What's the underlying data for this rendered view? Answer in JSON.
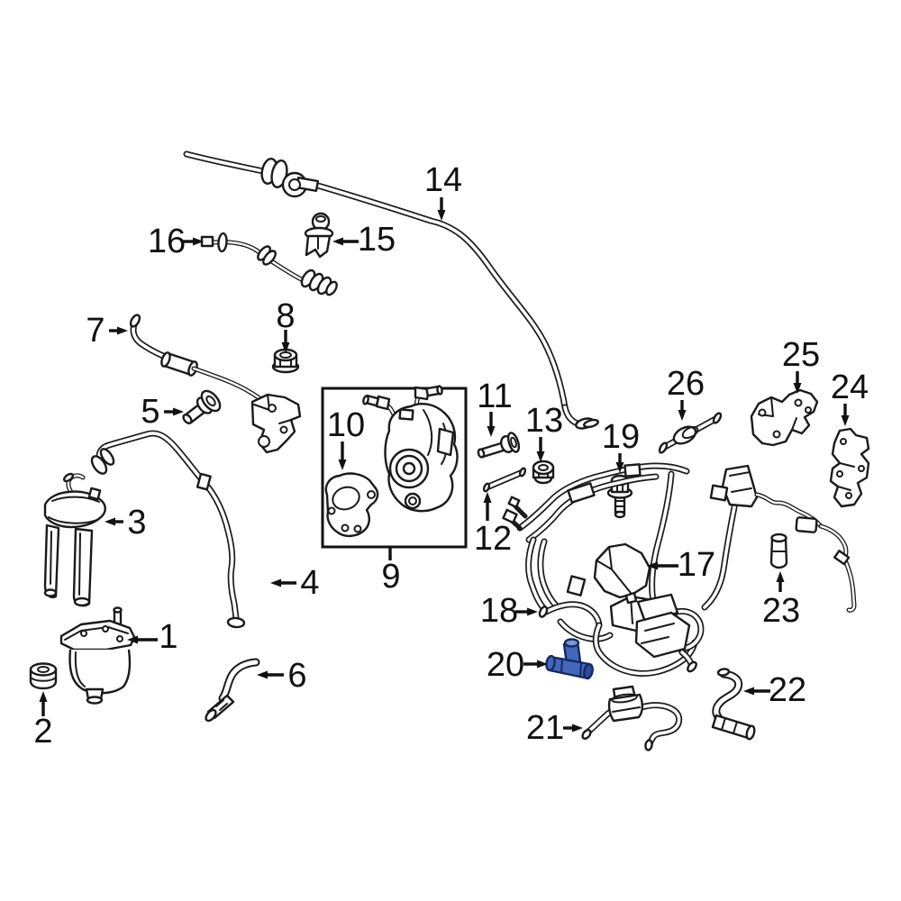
{
  "diagram": {
    "type": "exploded-parts-diagram",
    "description": "emission control system parts diagram with numbered callouts",
    "colors": {
      "background": "#ffffff",
      "ink": "#1a1a1a",
      "highlight_fill": "#4267bb",
      "highlight_light": "#7b97d6",
      "highlight_dark": "#2c4d9e",
      "highlight_outline": "#152a5e"
    },
    "highlighted_callout": "20",
    "callouts": {
      "1": "1",
      "2": "2",
      "3": "3",
      "4": "4",
      "5": "5",
      "6": "6",
      "7": "7",
      "8": "8",
      "9": "9",
      "10": "10",
      "11": "11",
      "12": "12",
      "13": "13",
      "14": "14",
      "15": "15",
      "16": "16",
      "17": "17",
      "18": "18",
      "19": "19",
      "20": "20",
      "21": "21",
      "22": "22",
      "23": "23",
      "24": "24",
      "25": "25",
      "26": "26"
    }
  }
}
